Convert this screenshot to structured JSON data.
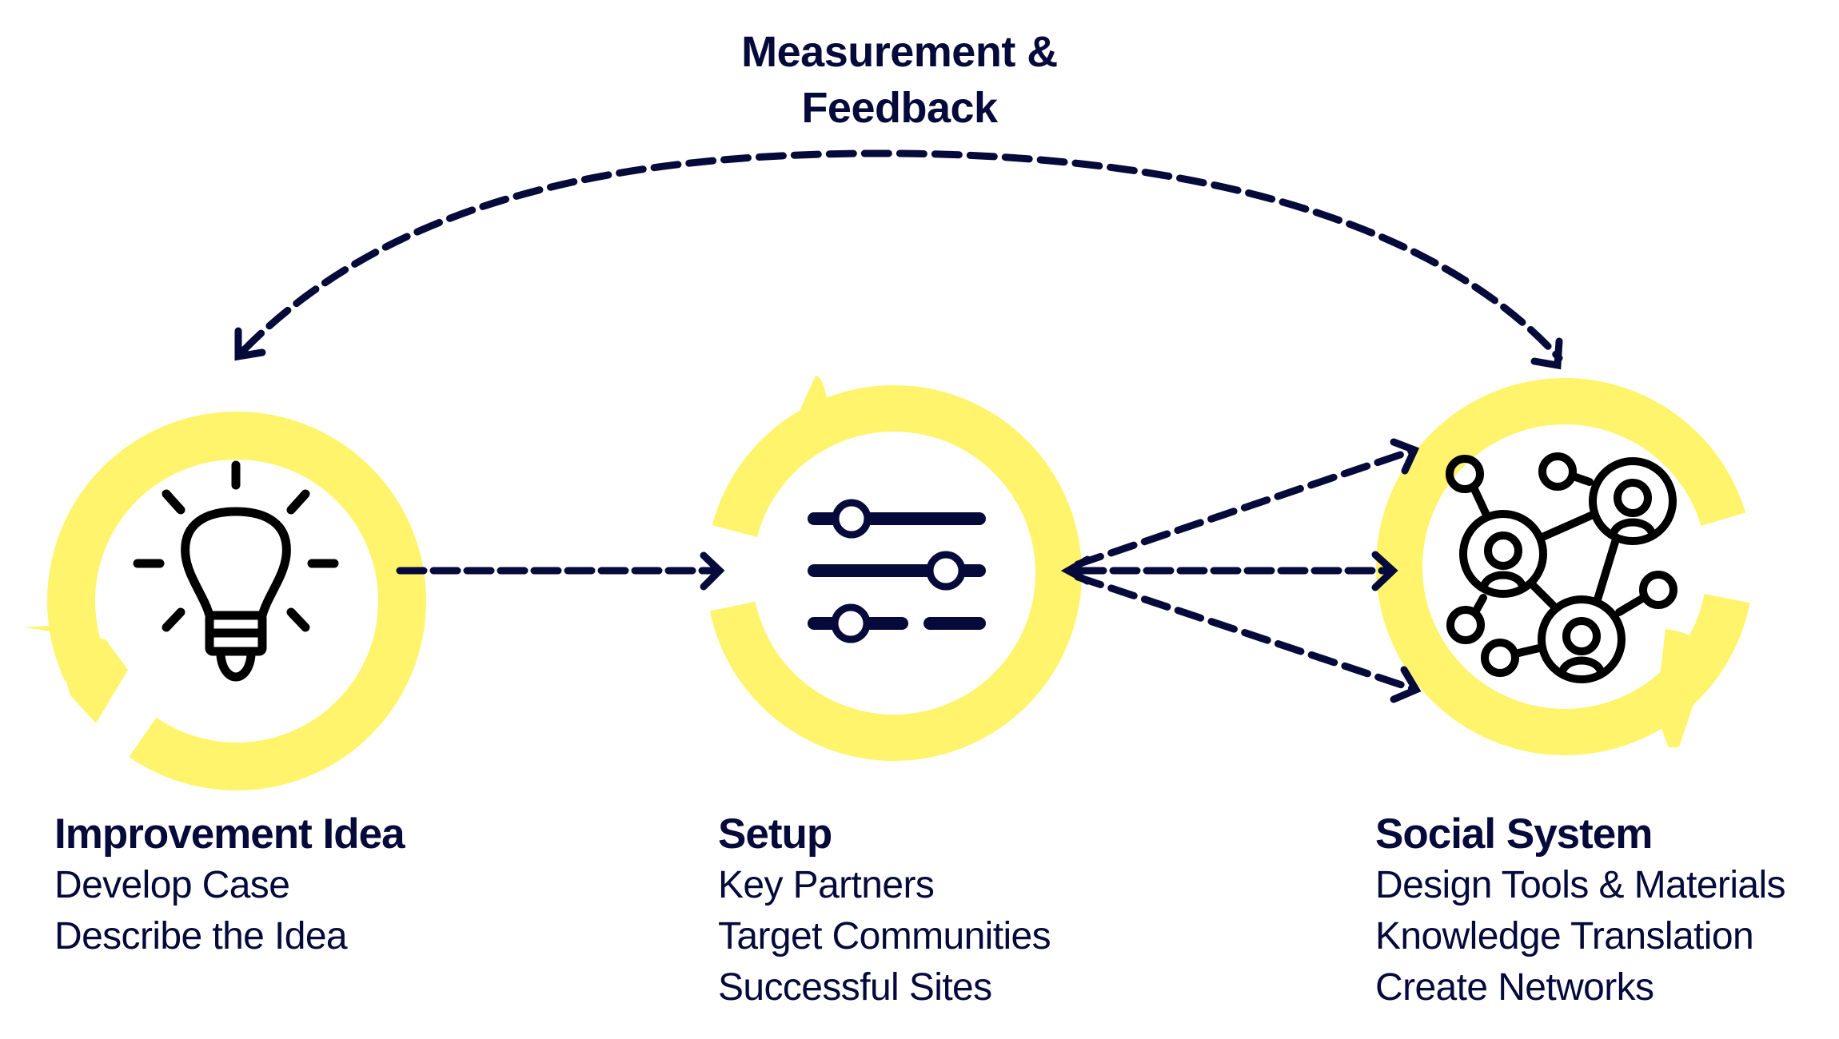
{
  "colors": {
    "ring": "#fff46c",
    "navy": "#050a3a",
    "icon": "#000000"
  },
  "feedback_label": {
    "line1": "Measurement &",
    "line2": "Feedback"
  },
  "stages": [
    {
      "icon": "lightbulb-icon",
      "title": "Improvement Idea",
      "items": [
        "Develop Case",
        "Describe the Idea"
      ]
    },
    {
      "icon": "sliders-icon",
      "title": "Setup",
      "items": [
        "Key Partners",
        "Target Communities",
        "Successful Sites"
      ]
    },
    {
      "icon": "network-icon",
      "title": "Social System",
      "items": [
        "Design Tools & Materials",
        "Knowledge Translation",
        "Create Networks"
      ]
    }
  ],
  "connections": [
    {
      "from": "Improvement Idea",
      "to": "Setup",
      "style": "dashed-arrow"
    },
    {
      "from": "Setup",
      "to": "Social System",
      "style": "dashed-arrow-fan",
      "count": 3
    },
    {
      "from": "Social System",
      "to": "Improvement Idea",
      "style": "dashed-arc-bidirectional",
      "label": "Measurement & Feedback"
    }
  ]
}
